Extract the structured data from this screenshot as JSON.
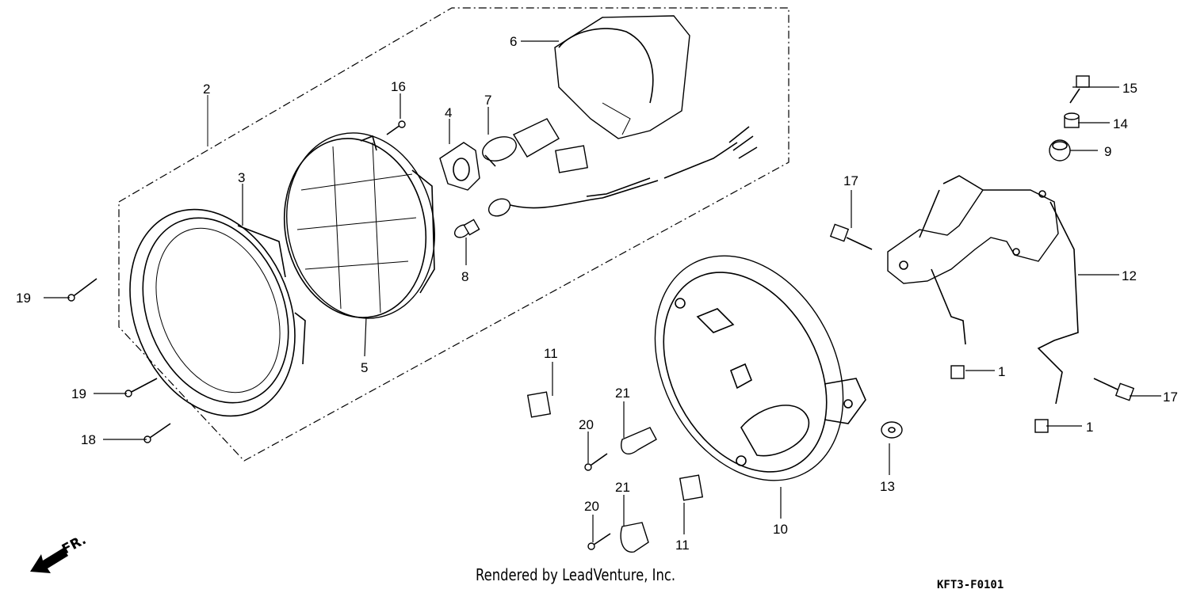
{
  "diagram": {
    "footer_credit": "Rendered by LeadVenture, Inc.",
    "diagram_code": "KFT3-F0101",
    "direction_label": "FR.",
    "labels": {
      "p1a": "1",
      "p1b": "1",
      "p2": "2",
      "p3": "3",
      "p4": "4",
      "p5": "5",
      "p6": "6",
      "p7": "7",
      "p8": "8",
      "p9": "9",
      "p10": "10",
      "p11a": "11",
      "p11b": "11",
      "p12": "12",
      "p13": "13",
      "p14": "14",
      "p15": "15",
      "p16": "16",
      "p17a": "17",
      "p17b": "17",
      "p18": "18",
      "p19a": "19",
      "p19b": "19",
      "p20a": "20",
      "p20b": "20",
      "p21a": "21",
      "p21b": "21"
    }
  }
}
